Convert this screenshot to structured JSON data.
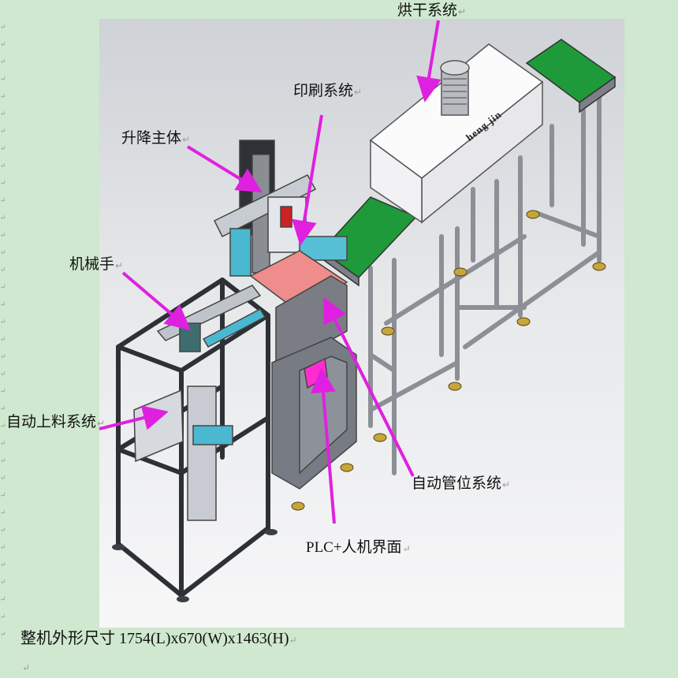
{
  "labels": {
    "drying": "烘干系统",
    "printing": "印刷系统",
    "lifting": "升降主体",
    "manipulator": "机械手",
    "auto_feed": "自动上料系统",
    "auto_position": "自动管位系统",
    "plc": "PLC+人机界面"
  },
  "oven_brand": "heng jin",
  "caption": "整机外形尺寸 1754(L)x670(W)x1463(H)",
  "return_mark": "↵",
  "colors": {
    "page_bg": "#cfe8cf",
    "arrow": "#e020e0",
    "belt": "#1e9a3a",
    "frame": "#8c8f96",
    "table_top": "#ef8c8c",
    "oven": "#f4f4f6",
    "screen": "#ff2dcf"
  }
}
